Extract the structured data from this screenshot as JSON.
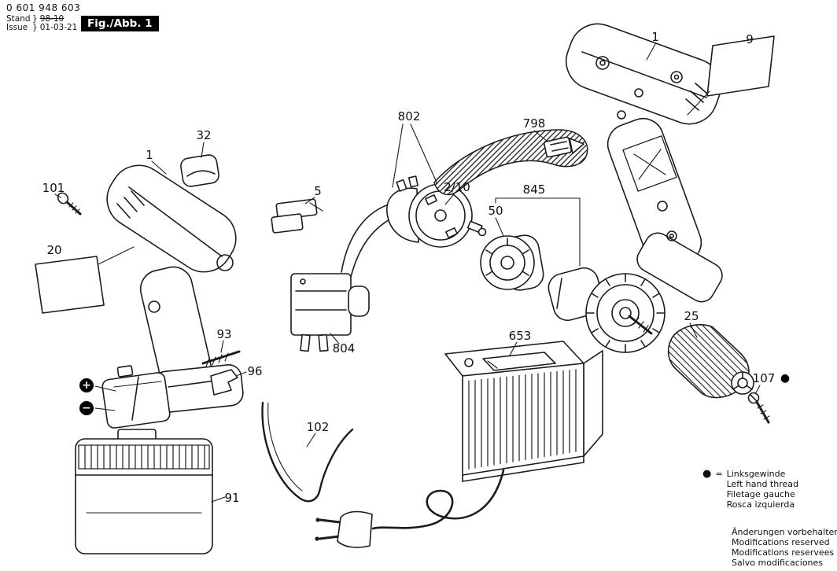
{
  "header": {
    "doc_number": "0 601 948 603",
    "revision": {
      "stand_label": "Stand",
      "issue_label": "Issue",
      "brace": "}",
      "old_value": "98-10",
      "new_value": "01-03-21"
    },
    "figure_label": "Fig./Abb. 1"
  },
  "part_labels": {
    "housing_left": "1",
    "slider_button": "32",
    "housing_screw": "101",
    "sticker_left": "20",
    "bracket_clip": "5",
    "motor": "802",
    "motor_pinion": "2/10",
    "hand_strap": "798",
    "gearbox_assembly": "845",
    "gear_sleeve": "50",
    "housing_right": "1",
    "sticker_right": "9",
    "contact_spring": "93",
    "contact_clip": "96",
    "switch": "804",
    "charger": "653",
    "chuck": "25",
    "chuck_screw": "107",
    "connecting_wire": "102",
    "battery_pack": "91"
  },
  "symbols": {
    "battery_positive": "+",
    "battery_negative": "−",
    "left_hand_thread_dot": "●",
    "equals": "="
  },
  "legend": {
    "left_hand_thread": [
      "Linksgewinde",
      "Left hand thread",
      "Filetage gauche",
      "Rosca izquierda"
    ],
    "modifications": [
      "Änderungen vorbehalten",
      "Modifications reserved",
      "Modifications reservees",
      "Salvo modificaciones"
    ]
  }
}
